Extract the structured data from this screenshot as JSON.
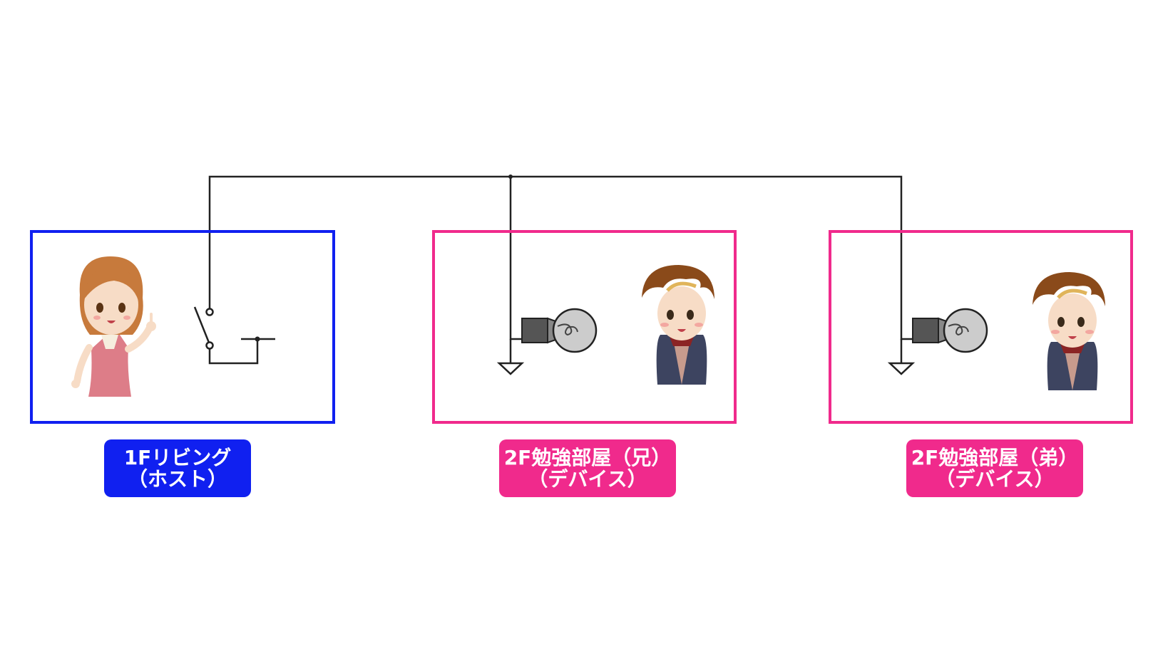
{
  "colors": {
    "host": "#1020f0",
    "device": "#f02a8c",
    "wire": "#222222",
    "bulb_glass": "#cccccc",
    "bulb_base": "#555555"
  },
  "rooms": [
    {
      "id": "host",
      "line1": "1Fリビング",
      "line2": "（ホスト）",
      "role": "switch"
    },
    {
      "id": "brother",
      "line1": "2F勉強部屋（兄）",
      "line2": "（デバイス）",
      "role": "lamp"
    },
    {
      "id": "younger",
      "line1": "2F勉強部屋（弟）",
      "line2": "（デバイス）",
      "role": "lamp"
    }
  ],
  "icons": {
    "host_person": "woman-pointing-icon",
    "device_person": "boy-icon",
    "switch": "switch-icon",
    "lamp": "light-bulb-icon",
    "ground": "ground-icon"
  }
}
